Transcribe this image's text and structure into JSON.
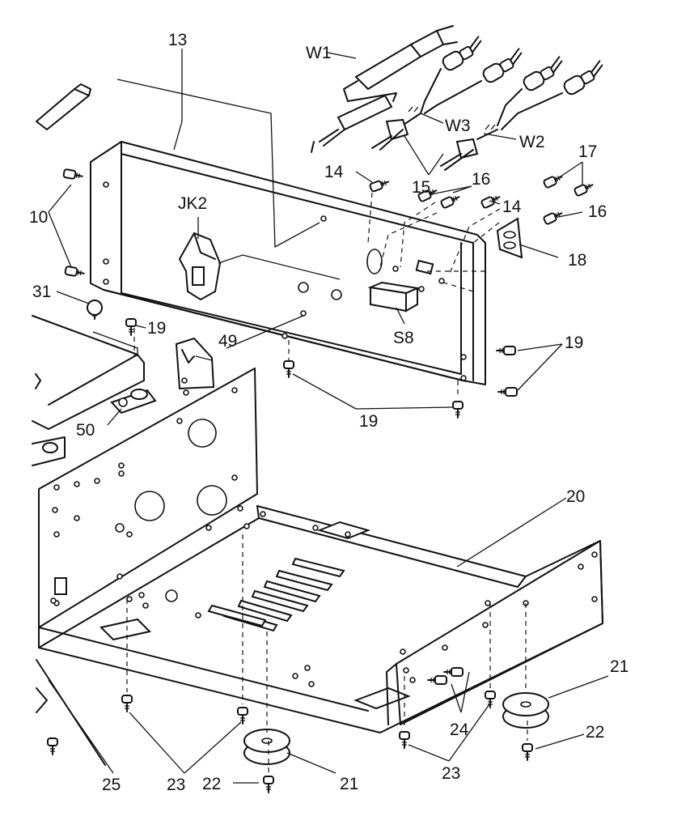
{
  "labels": {
    "l13": "13",
    "lW1": "W1",
    "lW3": "W3",
    "lW2": "W2",
    "l17": "17",
    "l14a": "14",
    "l16a": "16",
    "l14b": "14",
    "l16b": "16",
    "l15": "15",
    "lJK2": "JK2",
    "l18": "18",
    "l10": "10",
    "l31": "31",
    "l19a": "19",
    "l49": "49",
    "lS8": "S8",
    "l19b": "19",
    "l19c": "19",
    "l50": "50",
    "l20": "20",
    "l21a": "21",
    "l22a": "22",
    "l24": "24",
    "l23a": "23",
    "l23b": "23",
    "l22b": "22",
    "l21b": "21",
    "l25": "25"
  }
}
